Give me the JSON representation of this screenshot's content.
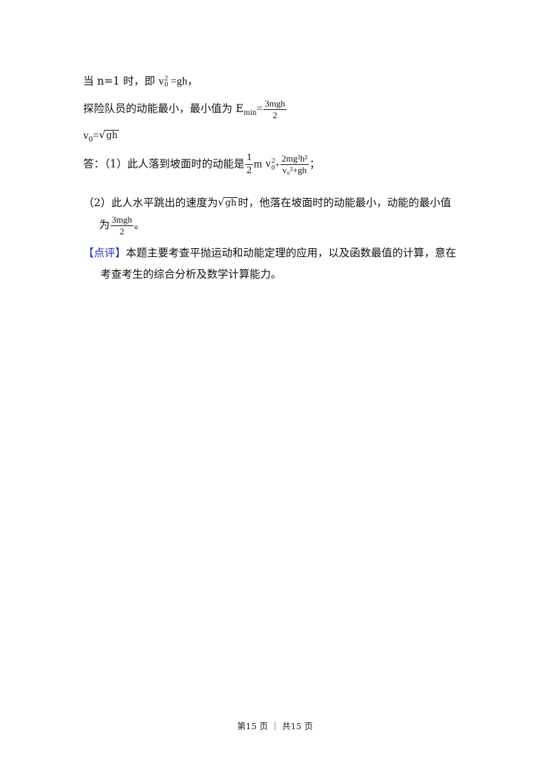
{
  "lines": {
    "l1_prefix": "当 n=1 时，即",
    "l1_v": "v",
    "l1_sup": "2",
    "l1_sub": "0",
    "l1_suffix": "=gh，",
    "l2_prefix": "探险队员的动能最小，最小值为 E",
    "l2_sub": "min",
    "l2_eq": "=",
    "l2_num": "3mgh",
    "l2_den": "2",
    "l3_v": "v",
    "l3_sub": "0",
    "l3_eq": "=",
    "l3_rad": "gh",
    "l4_prefix": "答：（1）此人落到坡面时的动能是",
    "l4_frac_num": "1",
    "l4_frac_den": "2",
    "l4_m": "m",
    "l4_v": "v",
    "l4_sup": "2",
    "l4_sub": "0",
    "l4_plus": "+",
    "l4_big_num": "2mg²h²",
    "l4_big_den": "v₀²+gh",
    "l4_suffix": "；",
    "l5_prefix": "（2）此人水平跳出的速度为",
    "l5_rad": "gh",
    "l5_suffix": "时，他落在坡面时的动能最小，动能的最小值",
    "l6_prefix": "为",
    "l6_num": "3mgh",
    "l6_den": "2",
    "l6_suffix": "。",
    "l7_tag": "【点评】",
    "l7_text": "本题主要考查平抛运动和动能定理的应用，以及函数最值的计算，意在",
    "l8_text": "考查考生的综合分析及数学计算能力。"
  },
  "footer": {
    "text": "第15 页 ｜ 共15 页"
  }
}
